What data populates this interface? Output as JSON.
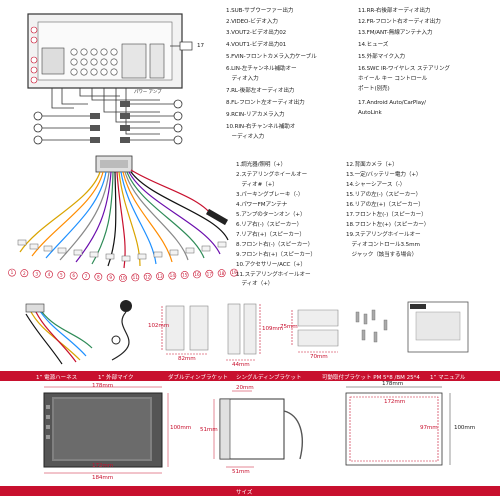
{
  "top_section": {
    "connector_label": "17",
    "legend_left": [
      "1.SUB-サブウーファー出力",
      "2.VIDEO-ビデオ入力",
      "3.VOUT2-ビデオ出力02",
      "4.VOUT1-ビデオ出力01",
      "5.FVIN-フロントカメラ入力ケーブル",
      "6.LIN-左チャンネル補助オー",
      "　ディオ入力",
      "7.RL-後部左オーディオ出力",
      "8.FL-フロント左オーディオ出力",
      "9.RCIN-リアカメラ入力",
      "10.RIN-右チャンネル補助オ",
      "　ーディオ入力"
    ],
    "legend_right": [
      "11.RR-右後部オーディオ出力",
      "12.FR-フロント右オーディオ出力",
      "13.FM/ANT-無線アンテナ入力",
      "14.ヒューズ",
      "15.外部マイク入力",
      "16.SWC IR-ワイヤレス ステアリング",
      "ホイール キー コントロール",
      "ポート(別売)",
      "17.Android Auto/CarPlay/",
      "AutoLink"
    ],
    "small_labels": [
      "パワー アンプ"
    ]
  },
  "harness_section": {
    "legend_left": [
      "1.調光器/照明（+）",
      "2.ステアリングホイールオー",
      "　ディオ#（+）",
      "3.パーキングブレーキ（-）",
      "4.パワーFMアンテナ",
      "5.アンプのターンオン（+）",
      "6.リア右(-)（スピーカー）",
      "7.リア右(+)（スピーカー）",
      "8.フロント右(-)（スピーカー）",
      "9.フロント右(+)（スピーカー）",
      "10.アクセサリー/ACC（+）",
      "11.ステアリングホイールオー",
      "　ディオ（+）"
    ],
    "legend_right": [
      "12.背面カメラ（+）",
      "13.一定/バッテリー電力（+）",
      "14.シャーシアース（-）",
      "15.リアの左(-)（スピーカー）",
      "16.リアの左(+)（スピーカー）",
      "17.フロント左(-)（スピーカー）",
      "18.フロント左(+)（スピーカー）",
      "19.ステアリングホイールオー",
      "　ディオコントロール3.5mm",
      "　ジャック（該当する場合）"
    ],
    "numbers": [
      "1",
      "2",
      "3",
      "4",
      "5",
      "6",
      "7",
      "8",
      "9",
      "10",
      "11",
      "12",
      "13",
      "14",
      "15",
      "16",
      "17",
      "18",
      "19"
    ]
  },
  "accessories_section": {
    "dims": {
      "bracket_a_w": "82mm",
      "bracket_a_h": "102mm",
      "bracket_b_w": "44mm",
      "bracket_b_h": "109mm",
      "bracket_c_w": "70mm",
      "bracket_c_h": "75mm"
    },
    "bar_labels": [
      "1” 電源ハーネス",
      "1” 外部マイク",
      "ダブルディンブラケット",
      "シングルディンブラケット",
      "可動取付ブラケット  PM 5*8 /BM 25*4",
      "1” マニュアル"
    ]
  },
  "size_section": {
    "front_dims": {
      "width": "178mm",
      "height": "100mm",
      "screen_w": "172mm",
      "bottom": "184mm"
    },
    "side_dims": {
      "depth": "20mm",
      "height": "51mm",
      "bottom": "51mm"
    },
    "frame_dims": {
      "width": "178mm",
      "inner_w": "172mm",
      "height": "100mm",
      "inner_h": "97mm"
    },
    "bar_label": "サイズ"
  },
  "colors": {
    "accent": "#c8102e",
    "line": "#333333"
  }
}
